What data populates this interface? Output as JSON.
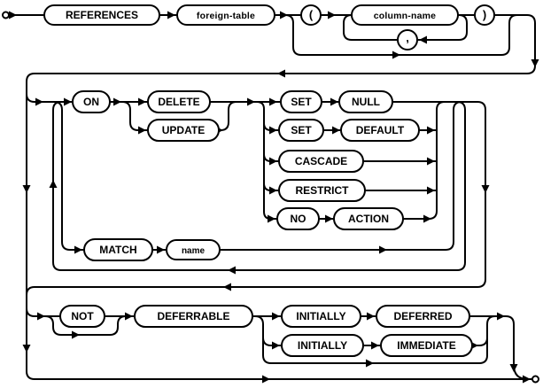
{
  "diagram": {
    "kind": "syntax-railroad-diagram",
    "line_color": "#000000",
    "background_color": "#ffffff",
    "nodes": {
      "references": {
        "label": "REFERENCES",
        "type": "keyword"
      },
      "foreign_table": {
        "label": "foreign-table",
        "type": "nonterminal"
      },
      "paren_open": {
        "label": "(",
        "type": "literal"
      },
      "column_name": {
        "label": "column-name",
        "type": "nonterminal"
      },
      "comma": {
        "label": ",",
        "type": "literal"
      },
      "paren_close": {
        "label": ")",
        "type": "literal"
      },
      "on": {
        "label": "ON",
        "type": "keyword"
      },
      "delete": {
        "label": "DELETE",
        "type": "keyword"
      },
      "update": {
        "label": "UPDATE",
        "type": "keyword"
      },
      "set1": {
        "label": "SET",
        "type": "keyword"
      },
      "null": {
        "label": "NULL",
        "type": "keyword"
      },
      "set2": {
        "label": "SET",
        "type": "keyword"
      },
      "default": {
        "label": "DEFAULT",
        "type": "keyword"
      },
      "cascade": {
        "label": "CASCADE",
        "type": "keyword"
      },
      "restrict": {
        "label": "RESTRICT",
        "type": "keyword"
      },
      "no": {
        "label": "NO",
        "type": "keyword"
      },
      "action": {
        "label": "ACTION",
        "type": "keyword"
      },
      "match": {
        "label": "MATCH",
        "type": "keyword"
      },
      "name": {
        "label": "name",
        "type": "nonterminal"
      },
      "not": {
        "label": "NOT",
        "type": "keyword"
      },
      "deferrable": {
        "label": "DEFERRABLE",
        "type": "keyword"
      },
      "initially1": {
        "label": "INITIALLY",
        "type": "keyword"
      },
      "deferred": {
        "label": "DEFERRED",
        "type": "keyword"
      },
      "initially2": {
        "label": "INITIALLY",
        "type": "keyword"
      },
      "immediate": {
        "label": "IMMEDIATE",
        "type": "keyword"
      }
    }
  }
}
